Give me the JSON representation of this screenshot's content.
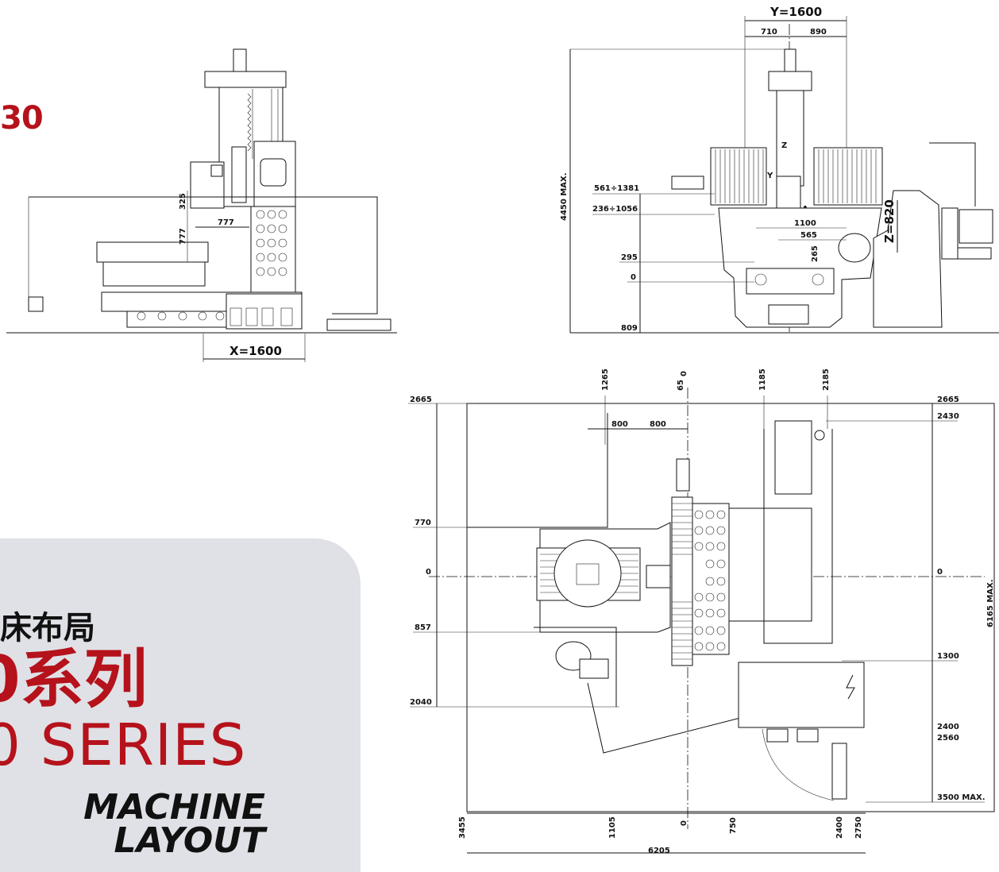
{
  "brand": {
    "model_fragment": "30",
    "title_cn": "床布局",
    "series_cn_prefix": "0",
    "series_cn": "系列",
    "series_en": "SERIES",
    "series_en_prefix": "0",
    "subtitle_line1": "MACHINE",
    "subtitle_line2": "LAYOUT",
    "accent_color": "#b5121b"
  },
  "front_view": {
    "x_travel": "X=1600",
    "d_325": "325",
    "d_777h": "777",
    "d_777v": "777"
  },
  "side_view": {
    "y_travel": "Y=1600",
    "d_710": "710",
    "d_890": "890",
    "height_max": "4450 MAX.",
    "d_561": "561÷1381",
    "d_236": "236÷1056",
    "d_295": "295",
    "d_0": "0",
    "d_809": "809",
    "d_1100": "1100",
    "d_565": "565",
    "d_265": "265",
    "z_travel": "Z=820",
    "axis_z": "Z",
    "axis_y": "Y",
    "axis_a": "A"
  },
  "plan_view": {
    "top_1265": "1265",
    "top_65": "65",
    "top_0": "0",
    "top_1185": "1185",
    "top_2185": "2185",
    "d_800a": "800",
    "d_800b": "800",
    "left_2665": "2665",
    "left_770": "770",
    "left_0": "0",
    "left_857": "857",
    "left_2040": "2040",
    "left_3455": "3455",
    "right_2665": "2665",
    "right_2430": "2430",
    "right_0": "0",
    "right_1300": "1300",
    "right_2400": "2400",
    "right_2560": "2560",
    "right_3500": "3500 MAX.",
    "right_6165": "6165 MAX.",
    "bot_1105": "1105",
    "bot_0": "0",
    "bot_750": "750",
    "bot_2400": "2400",
    "bot_2750": "2750",
    "bot_6205": "6205"
  }
}
